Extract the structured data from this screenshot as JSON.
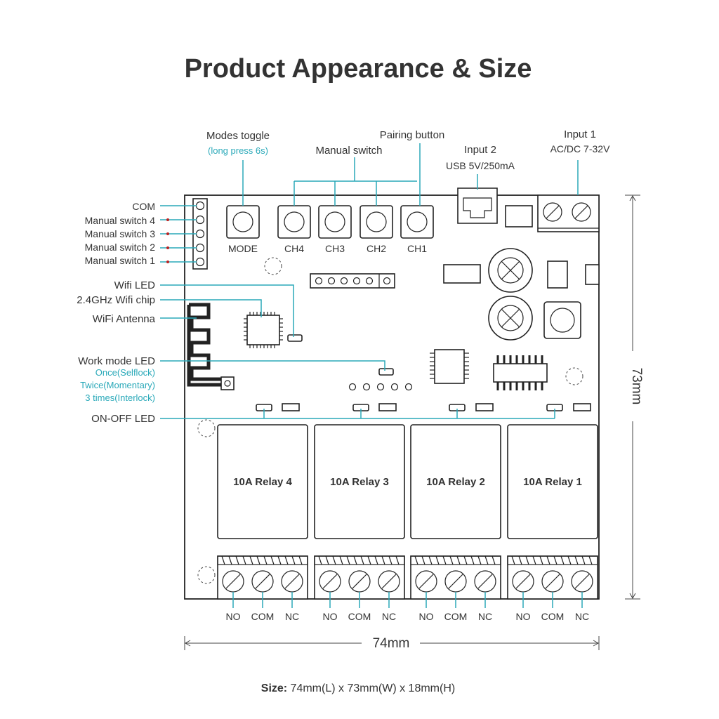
{
  "title": "Product Appearance & Size",
  "callouts": {
    "modes_toggle": "Modes toggle",
    "modes_toggle_note": "(long press 6s)",
    "manual_switch": "Manual switch",
    "pairing_button": "Pairing button",
    "input2": "Input 2",
    "input2_spec": "USB 5V/250mA",
    "input1": "Input 1",
    "input1_spec": "AC/DC 7-32V",
    "com": "COM",
    "manual_switch_4": "Manual switch 4",
    "manual_switch_3": "Manual switch 3",
    "manual_switch_2": "Manual switch 2",
    "manual_switch_1": "Manual switch 1",
    "wifi_led": "Wifi LED",
    "wifi_chip": "2.4GHz Wifi chip",
    "wifi_antenna": "WiFi Antenna",
    "work_mode_led": "Work mode LED",
    "mode_once": "Once(Selflock)",
    "mode_twice": "Twice(Momentary)",
    "mode_three": "3 times(Interlock)",
    "on_off_led": "ON-OFF LED"
  },
  "buttons": {
    "mode": "MODE",
    "ch4": "CH4",
    "ch3": "CH3",
    "ch2": "CH2",
    "ch1": "CH1"
  },
  "relays": {
    "relay4": "10A Relay 4",
    "relay3": "10A Relay 3",
    "relay2": "10A Relay 2",
    "relay1": "10A Relay 1"
  },
  "terminal_labels": {
    "no": "NO",
    "com": "COM",
    "nc": "NC"
  },
  "dimensions": {
    "width": "74mm",
    "height": "73mm"
  },
  "footer": {
    "size_label": "Size:",
    "size_value": " 74mm(L) x 73mm(W) x 18mm(H)"
  }
}
